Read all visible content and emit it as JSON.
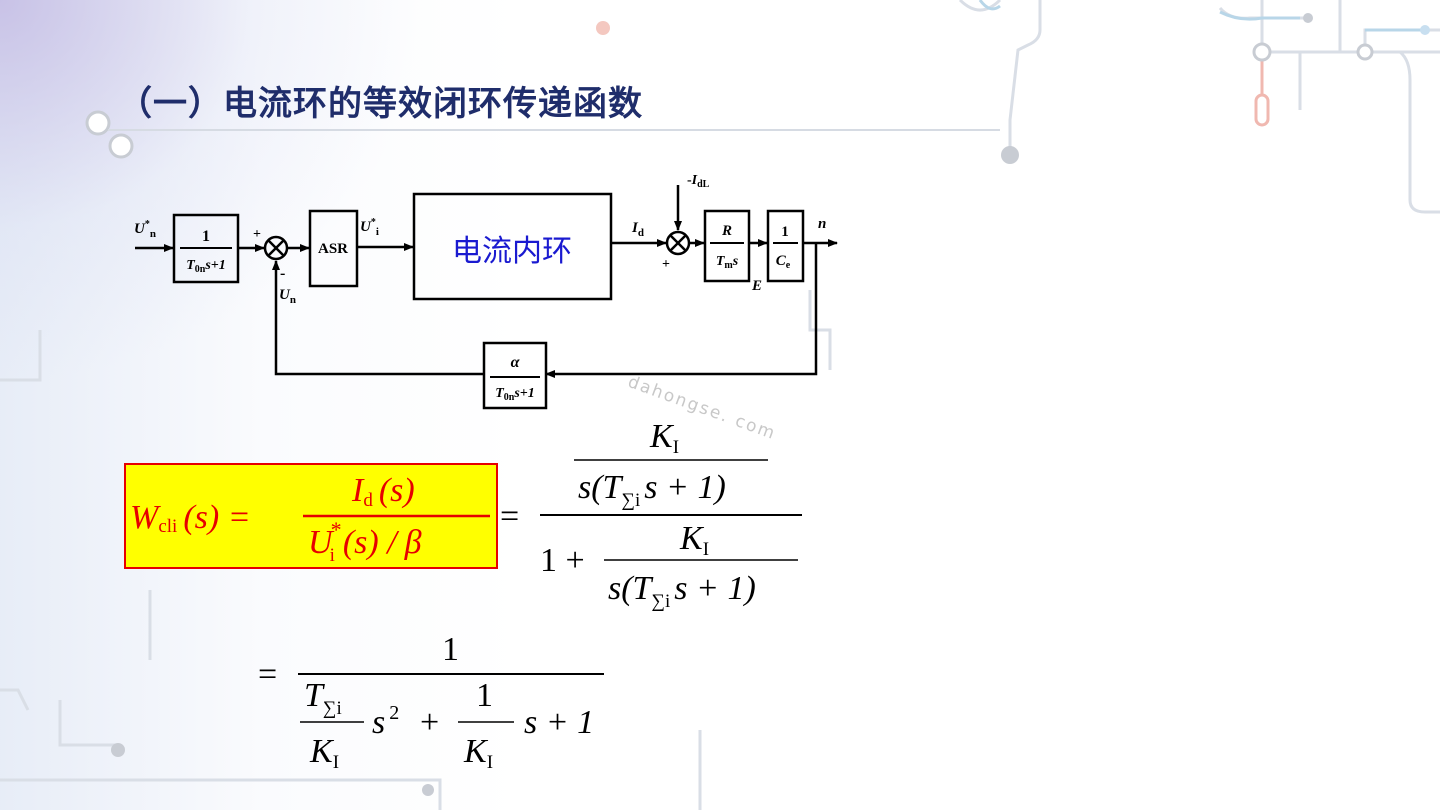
{
  "slide": {
    "title": "（一）电流环的等效闭环传递函数",
    "watermark": "dahongse. com"
  },
  "diagram": {
    "inner_loop_label": "电流内环",
    "asr_label": "ASR",
    "input_sym": "U",
    "input_sup": "*",
    "input_sub": "n",
    "filter_num": "1",
    "filter_den_T": "T",
    "filter_den_sub": "0n",
    "filter_den_rest": "s+1",
    "sum1_plus": "+",
    "sum1_minus": "-",
    "fb_sym": "U",
    "fb_sub": "n",
    "ui_sym": "U",
    "ui_sup": "*",
    "ui_sub": "i",
    "id_sym": "I",
    "id_sub": "d",
    "disturb_prefix": "-",
    "disturb_sym": "I",
    "disturb_sub": "dL",
    "sum2_plus": "+",
    "motor_num": "R",
    "motor_den_T": "T",
    "motor_den_sub": "m",
    "motor_den_rest": "s",
    "e_label": "E",
    "ce_num": "1",
    "ce_den": "C",
    "ce_den_sub": "e",
    "output_label": "n",
    "fbk_num": "α",
    "fbk_den_T": "T",
    "fbk_den_sub": "0n",
    "fbk_den_rest": "s+1"
  },
  "formula": {
    "lhs_W": "W",
    "lhs_sub": "cli",
    "lhs_arg": "(s) =",
    "lhs_num_I": "I",
    "lhs_num_sub": "d",
    "lhs_num_arg": "(s)",
    "lhs_den_U": "U",
    "lhs_den_sup": "*",
    "lhs_den_sub": "i",
    "lhs_den_arg": "(s) /",
    "lhs_den_beta": "β",
    "eq1": "=",
    "k": "K",
    "k_sub": "I",
    "s_open": "s(T",
    "t_sub": "∑i",
    "s_close": "s + 1)",
    "one_plus": "1 +",
    "eq2": "=",
    "one": "1",
    "T": "T",
    "s_sq": "s",
    "sq": "2",
    "plus": "+",
    "s_lin": "s + 1"
  },
  "colors": {
    "title": "#1f2d6b",
    "inner_label": "#1a1ad0",
    "highlight_fill": "#ffff00",
    "highlight_border": "#e60000",
    "highlight_text": "#e60000"
  }
}
